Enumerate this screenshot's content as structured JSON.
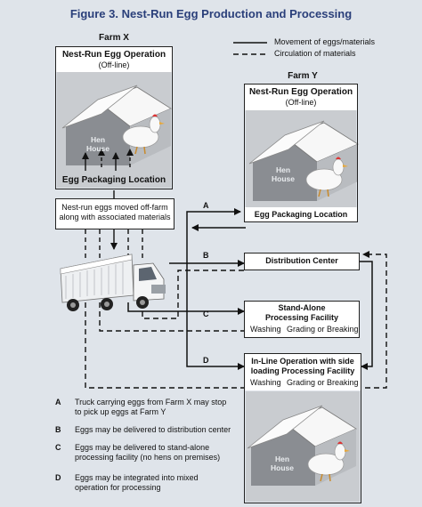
{
  "title": "Figure 3. Nest-Run Egg Production and Processing",
  "legend": {
    "solid_label": "Movement of eggs/materials",
    "dashed_label": "Circulation of materials"
  },
  "farm_x": {
    "label": "Farm X",
    "box_title": "Nest-Run Egg Operation",
    "box_subtitle": "(Off-line)",
    "hen_house": "Hen\nHouse",
    "packaging": "Egg Packaging Location"
  },
  "moved_note": "Nest-run eggs moved off-farm\nalong with associated materials",
  "farm_y": {
    "label": "Farm Y",
    "box_title": "Nest-Run Egg Operation",
    "box_subtitle": "(Off-line)",
    "hen_house": "Hen\nHouse",
    "packaging": "Egg Packaging Location"
  },
  "distribution_center": "Distribution Center",
  "standalone": {
    "title": "Stand-Alone\nProcessing Facility",
    "washing": "Washing",
    "grading": "Grading or Breaking"
  },
  "inline": {
    "title": "In-Line Operation with side\nloading Processing Facility",
    "washing": "Washing",
    "grading": "Grading or Breaking",
    "hen_house": "Hen\nHouse"
  },
  "route_letters": [
    "A",
    "B",
    "C",
    "D"
  ],
  "notes": [
    {
      "letter": "A",
      "text": "Truck carrying eggs from Farm X may stop\nto pick up eggs at Farm Y"
    },
    {
      "letter": "B",
      "text": "Eggs may be delivered to distribution center"
    },
    {
      "letter": "C",
      "text": "Eggs may be delivered to stand-alone\nprocessing facility (no hens on premises)"
    },
    {
      "letter": "D",
      "text": "Eggs may be integrated into mixed\noperation for processing"
    }
  ],
  "colors": {
    "background": "#dfe4ea",
    "title": "#2a3f7a",
    "building_face": "#8a8d92",
    "roof": "#f4f4f4",
    "panel": "#c9ccd0"
  }
}
